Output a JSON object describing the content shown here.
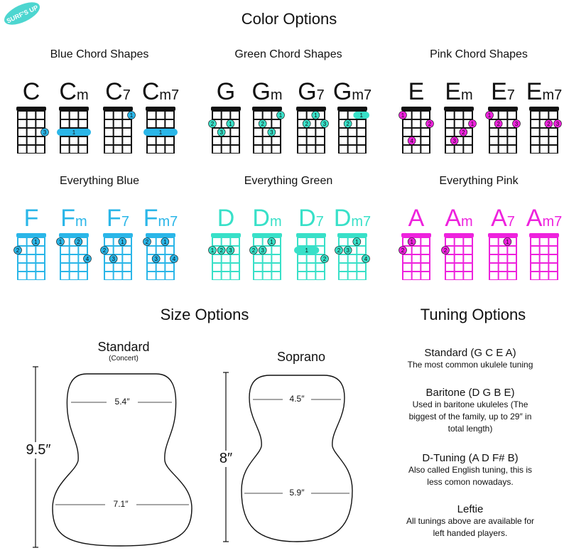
{
  "badge": {
    "text": "SURF'S UP",
    "color": "#4dd6d0"
  },
  "colors": {
    "black": "#111111",
    "blue": "#2ab6e8",
    "green": "#38e0c8",
    "pink": "#ee22dd"
  },
  "color_options": {
    "title": "Color Options",
    "groups": [
      {
        "label": "Blue Chord Shapes",
        "color_key": "black",
        "dot_key": "blue",
        "chords": [
          {
            "root": "C",
            "suffix": ""
          },
          {
            "root": "C",
            "suffix": "m"
          },
          {
            "root": "C",
            "suffix": "7"
          },
          {
            "root": "C",
            "suffix": "m7"
          }
        ]
      },
      {
        "label": "Green Chord Shapes",
        "color_key": "black",
        "dot_key": "green",
        "chords": [
          {
            "root": "G",
            "suffix": ""
          },
          {
            "root": "G",
            "suffix": "m"
          },
          {
            "root": "G",
            "suffix": "7"
          },
          {
            "root": "G",
            "suffix": "m7"
          }
        ]
      },
      {
        "label": "Pink Chord Shapes",
        "color_key": "black",
        "dot_key": "pink",
        "chords": [
          {
            "root": "E",
            "suffix": ""
          },
          {
            "root": "E",
            "suffix": "m"
          },
          {
            "root": "E",
            "suffix": "7"
          },
          {
            "root": "E",
            "suffix": "m7"
          }
        ]
      },
      {
        "label": "Everything Blue",
        "color_key": "blue",
        "dot_key": "blue",
        "chords": [
          {
            "root": "F",
            "suffix": ""
          },
          {
            "root": "F",
            "suffix": "m"
          },
          {
            "root": "F",
            "suffix": "7"
          },
          {
            "root": "F",
            "suffix": "m7"
          }
        ]
      },
      {
        "label": "Everything Green",
        "color_key": "green",
        "dot_key": "green",
        "chords": [
          {
            "root": "D",
            "suffix": ""
          },
          {
            "root": "D",
            "suffix": "m"
          },
          {
            "root": "D",
            "suffix": "7"
          },
          {
            "root": "D",
            "suffix": "m7"
          }
        ]
      },
      {
        "label": "Everything Pink",
        "color_key": "pink",
        "dot_key": "pink",
        "chords": [
          {
            "root": "A",
            "suffix": ""
          },
          {
            "root": "A",
            "suffix": "m"
          },
          {
            "root": "A",
            "suffix": "7"
          },
          {
            "root": "A",
            "suffix": "m7"
          }
        ]
      }
    ]
  },
  "chord_shapes": {
    "C": [
      {
        "s": 3,
        "f": 3,
        "n": "3"
      }
    ],
    "Cm": [
      {
        "bar": true,
        "f": 3,
        "n": "1"
      }
    ],
    "C7": [
      {
        "s": 3,
        "f": 1,
        "n": "1"
      }
    ],
    "Cm7": [
      {
        "bar": true,
        "f": 3,
        "n": "1"
      }
    ],
    "G": [
      {
        "s": 2,
        "f": 2,
        "n": "1"
      },
      {
        "s": 0,
        "f": 2,
        "n": "2"
      },
      {
        "s": 1,
        "f": 3,
        "n": "3"
      }
    ],
    "Gm": [
      {
        "s": 3,
        "f": 1,
        "n": "1"
      },
      {
        "s": 1,
        "f": 2,
        "n": "2"
      },
      {
        "s": 2,
        "f": 3,
        "n": "3"
      }
    ],
    "G7": [
      {
        "s": 2,
        "f": 1,
        "n": "1"
      },
      {
        "s": 1,
        "f": 2,
        "n": "2"
      },
      {
        "s": 3,
        "f": 2,
        "n": "3"
      }
    ],
    "Gm7": [
      {
        "bar": true,
        "f": 1,
        "n": "1",
        "from": 2
      },
      {
        "s": 1,
        "f": 2,
        "n": "2"
      }
    ],
    "E": [
      {
        "s": 0,
        "f": 1,
        "n": "1"
      },
      {
        "s": 3,
        "f": 2,
        "n": "2"
      },
      {
        "s": 1,
        "f": 4,
        "n": "4"
      }
    ],
    "Em": [
      {
        "s": 3,
        "f": 2,
        "n": "1"
      },
      {
        "s": 2,
        "f": 3,
        "n": "2"
      },
      {
        "s": 1,
        "f": 4,
        "n": "3"
      }
    ],
    "E7": [
      {
        "s": 0,
        "f": 1,
        "n": "1"
      },
      {
        "s": 1,
        "f": 2,
        "n": "2"
      },
      {
        "s": 3,
        "f": 2,
        "n": "3"
      }
    ],
    "Em7": [
      {
        "s": 2,
        "f": 2,
        "n": "2"
      },
      {
        "s": 3,
        "f": 2,
        "n": "3"
      }
    ],
    "F": [
      {
        "s": 2,
        "f": 1,
        "n": "1"
      },
      {
        "s": 0,
        "f": 2,
        "n": "2"
      }
    ],
    "Fm": [
      {
        "s": 0,
        "f": 1,
        "n": "1"
      },
      {
        "s": 2,
        "f": 1,
        "n": "2"
      },
      {
        "s": 3,
        "f": 3,
        "n": "4"
      }
    ],
    "F7": [
      {
        "s": 2,
        "f": 1,
        "n": "1"
      },
      {
        "s": 0,
        "f": 2,
        "n": "2"
      },
      {
        "s": 1,
        "f": 3,
        "n": "3"
      }
    ],
    "Fm7": [
      {
        "s": 2,
        "f": 1,
        "n": "1"
      },
      {
        "s": 0,
        "f": 1,
        "n": "2"
      },
      {
        "s": 1,
        "f": 3,
        "n": "3"
      },
      {
        "s": 3,
        "f": 3,
        "n": "4"
      }
    ],
    "D": [
      {
        "s": 0,
        "f": 2,
        "n": "1"
      },
      {
        "s": 1,
        "f": 2,
        "n": "2"
      },
      {
        "s": 2,
        "f": 2,
        "n": "3"
      }
    ],
    "Dm": [
      {
        "s": 2,
        "f": 1,
        "n": "1"
      },
      {
        "s": 0,
        "f": 2,
        "n": "2"
      },
      {
        "s": 1,
        "f": 2,
        "n": "3"
      }
    ],
    "D7": [
      {
        "bar": true,
        "f": 2,
        "n": "1",
        "from": 0,
        "to": 2
      },
      {
        "s": 3,
        "f": 3,
        "n": "2"
      }
    ],
    "Dm7": [
      {
        "s": 2,
        "f": 1,
        "n": "1"
      },
      {
        "s": 0,
        "f": 2,
        "n": "2"
      },
      {
        "s": 1,
        "f": 2,
        "n": "3"
      },
      {
        "s": 3,
        "f": 3,
        "n": "4"
      }
    ],
    "A": [
      {
        "s": 1,
        "f": 1,
        "n": "1"
      },
      {
        "s": 0,
        "f": 2,
        "n": "2"
      }
    ],
    "Am": [
      {
        "s": 0,
        "f": 2,
        "n": "2"
      }
    ],
    "A7": [
      {
        "s": 2,
        "f": 1,
        "n": "1"
      }
    ],
    "Am7": []
  },
  "size_options": {
    "title": "Size Options",
    "standard": {
      "label": "Standard",
      "sublabel": "(Concert)",
      "height": "9.5″",
      "upper_width": "5.4″",
      "lower_width": "7.1″"
    },
    "soprano": {
      "label": "Soprano",
      "height": "8″",
      "upper_width": "4.5″",
      "lower_width": "5.9″"
    }
  },
  "tuning_options": {
    "title": "Tuning Options",
    "items": [
      {
        "title": "Standard (G C E A)",
        "desc": [
          "The most common ukulele tuning"
        ]
      },
      {
        "title": "Baritone (D G B E)",
        "desc": [
          "Used in baritone ukuleles (The",
          "biggest of the family, up to 29″ in",
          "total length)"
        ]
      },
      {
        "title": "D-Tuning (A D F# B)",
        "desc": [
          "Also called English tuning, this is",
          "less comon nowadays."
        ]
      },
      {
        "title": "Leftie",
        "desc": [
          "All tunings above are available for",
          "left handed players."
        ]
      }
    ]
  }
}
